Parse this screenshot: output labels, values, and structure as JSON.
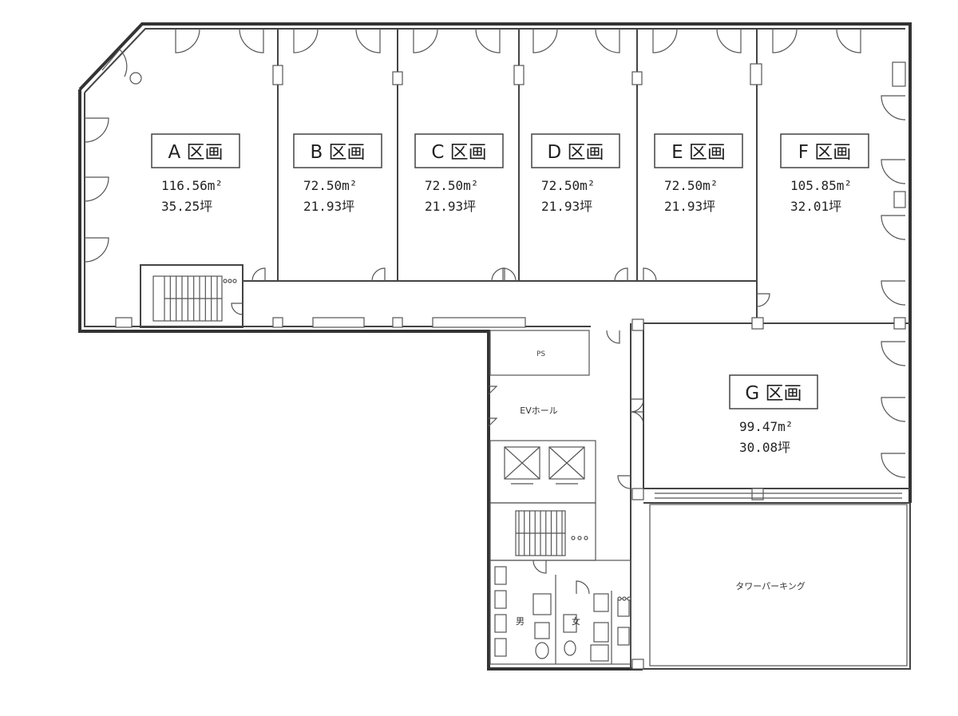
{
  "units": [
    {
      "id": "A",
      "name": "A 区画",
      "area_m2": "116.56m²",
      "area_tsubo": "35.25坪"
    },
    {
      "id": "B",
      "name": "B 区画",
      "area_m2": "72.50m²",
      "area_tsubo": "21.93坪"
    },
    {
      "id": "C",
      "name": "C 区画",
      "area_m2": "72.50m²",
      "area_tsubo": "21.93坪"
    },
    {
      "id": "D",
      "name": "D 区画",
      "area_m2": "72.50m²",
      "area_tsubo": "21.93坪"
    },
    {
      "id": "E",
      "name": "E 区画",
      "area_m2": "72.50m²",
      "area_tsubo": "21.93坪"
    },
    {
      "id": "F",
      "name": "F 区画",
      "area_m2": "105.85m²",
      "area_tsubo": "32.01坪"
    },
    {
      "id": "G",
      "name": "G 区画",
      "area_m2": "99.47m²",
      "area_tsubo": "30.08坪"
    }
  ],
  "rooms": {
    "ev_hall": "EVホール",
    "tower_parking": "タワーパーキング",
    "wc_male": "男",
    "wc_female": "女",
    "ps": "PS"
  }
}
